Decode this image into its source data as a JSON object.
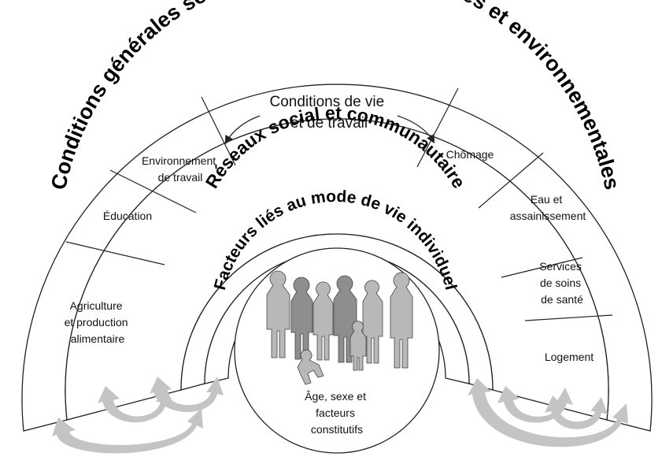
{
  "outer_band": {
    "title": "Conditions générales socioéconomiques, culturelles et environnementales"
  },
  "living_conditions": {
    "title_line1": "Conditions de vie",
    "title_line2": "et de travail",
    "sectors": [
      {
        "line1": "Agriculture",
        "line2": "et production",
        "line3": "alimentaire"
      },
      {
        "line1": "Éducation"
      },
      {
        "line1": "Environnement",
        "line2": "de travail"
      },
      {
        "line1": "Chômage"
      },
      {
        "line1": "Eau et",
        "line2": "assainissement"
      },
      {
        "line1": "Services",
        "line2": "de soins",
        "line3": "de santé"
      },
      {
        "line1": "Logement"
      }
    ]
  },
  "social_networks": {
    "title": "Réseaux social et communautaire"
  },
  "lifestyle": {
    "title": "Facteurs liés au mode de vie individuel"
  },
  "core": {
    "line1": "Âge, sexe et",
    "line2": "facteurs",
    "line3": "constitutifs"
  },
  "colors": {
    "stroke": "#222222",
    "figures": "#b8b8b8",
    "figures_dark": "#8e8e8e",
    "flow_arrows": "#c4c4c4"
  }
}
